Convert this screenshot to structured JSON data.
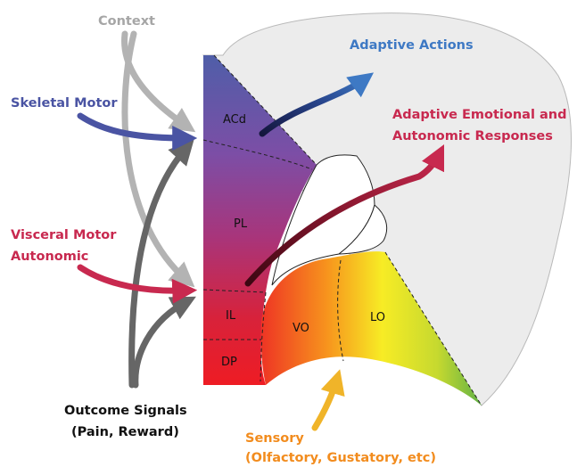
{
  "labels": {
    "context": "Context",
    "adaptive_actions": "Adaptive Actions",
    "skeletal_motor": "Skeletal Motor",
    "adaptive_emotional_line1": "Adaptive Emotional and",
    "adaptive_emotional_line2": "Autonomic Responses",
    "visceral_motor_line1": "Visceral Motor",
    "visceral_motor_line2": "Autonomic",
    "outcome_line1": "Outcome Signals",
    "outcome_line2": "(Pain, Reward)",
    "sensory_line1": "Sensory",
    "sensory_line2": "(Olfactory, Gustatory, etc)"
  },
  "regions": {
    "acd": "ACd",
    "pl": "PL",
    "il": "IL",
    "dp": "DP",
    "vo": "VO",
    "lo": "LO"
  },
  "colors": {
    "context": "#b3b3b3",
    "skeletal": "#4a54a3",
    "visceral": "#c8294f",
    "outcome": "#666666",
    "sensory": "#f0b429",
    "adaptive_actions": "#3e79c4",
    "adaptive_emotional": "#c8294f"
  }
}
